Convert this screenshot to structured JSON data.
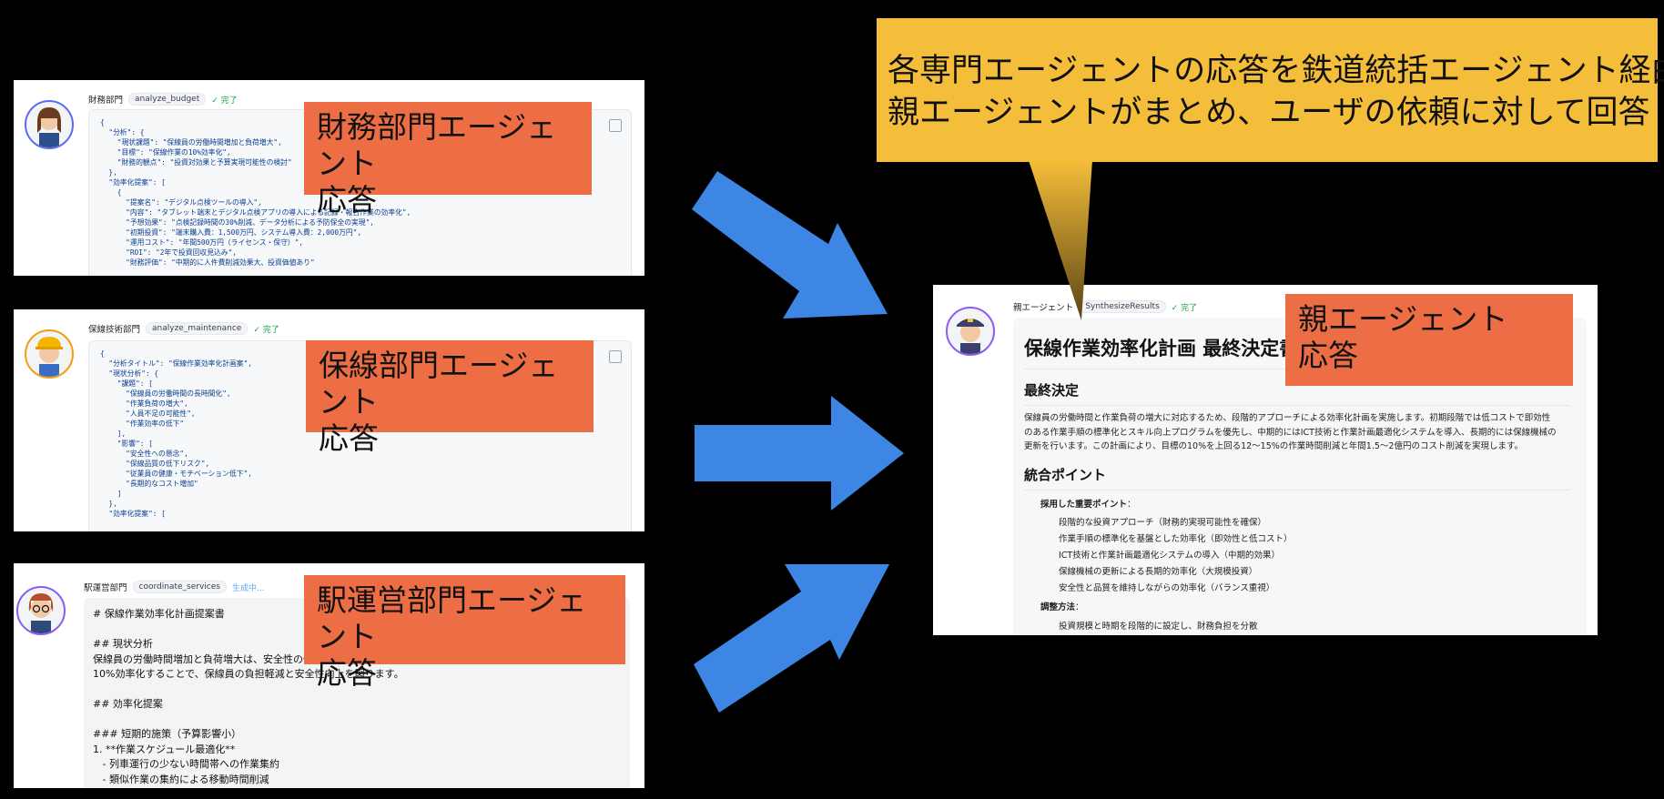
{
  "finance": {
    "dept": "財務部門",
    "tool": "analyze_budget",
    "status": "✓ 完了",
    "code_lines": [
      "{",
      "  \"分析\": {",
      "    \"現状課題\": \"保線員の労働時間増加と負荷増大\",",
      "    \"目標\": \"保線作業の10%効率化\",",
      "    \"財務的観点\": \"投資対効果と予算実現可能性の検討\"",
      "  },",
      "  \"効率化提案\": [",
      "    {",
      "      \"提案名\": \"デジタル点検ツールの導入\",",
      "      \"内容\": \"タブレット端末とデジタル点検アプリの導入による記録・報告作業の効率化\",",
      "      \"予想効果\": \"点検記録時間の30%削減、データ分析による予防保全の実現\",",
      "      \"初期投資\": \"端末購入費：1,500万円、システム導入費：2,000万円\",",
      "      \"運用コスト\": \"年間500万円（ライセンス・保守）\",",
      "      \"ROI\": \"2年で投資回収見込み\",",
      "      \"財務評価\": \"中期的に人件費削減効果大、投資価値あり\""
    ],
    "label_line1": "財務部門エージェント",
    "label_line2": "応答"
  },
  "maintenance": {
    "dept": "保線技術部門",
    "tool": "analyze_maintenance",
    "status": "✓ 完了",
    "code_lines": [
      "{",
      "  \"分析タイトル\": \"保線作業効率化計画案\",",
      "  \"現状分析\": {",
      "    \"課題\": [",
      "      \"保線員の労働時間の長時間化\",",
      "      \"作業負荷の増大\",",
      "      \"人員不足の可能性\",",
      "      \"作業効率の低下\"",
      "    ],",
      "    \"影響\": [",
      "      \"安全性への懸念\",",
      "      \"保線品質の低下リスク\",",
      "      \"従業員の健康・モチベーション低下\",",
      "      \"長期的なコスト増加\"",
      "    ]",
      "  },",
      "  \"効率化提案\": ["
    ],
    "label_line1": "保線部門エージェント",
    "label_line2": "応答"
  },
  "station": {
    "dept": "駅運営部門",
    "tool": "coordinate_services",
    "status": "生成中...",
    "md_lines": [
      "# 保線作業効率化計画提案書",
      "",
      "## 現状分析",
      "保線員の労働時間増加と負荷増大は、安全性の低下",
      "10%効率化することで、保線員の負担軽減と安全性向上を図ります。",
      "",
      "## 効率化提案",
      "",
      "### 短期的施策（予算影響小）",
      "1. **作業スケジュール最適化**",
      "   - 列車運行の少ない時間帯への作業集約",
      "   - 類似作業の集約による移動時間削減"
    ],
    "label_line1": "駅運営部門エージェント",
    "label_line2": "応答"
  },
  "callout": {
    "line1": "各専門エージェントの応答を鉄道統括エージェント経由で、",
    "line2": "親エージェントがまとめ、ユーザの依頼に対して回答"
  },
  "parent": {
    "dept": "親エージェント",
    "tool": "SynthesizeResults",
    "status": "✓ 完了",
    "title": "保線作業効率化計画 最終決定書",
    "h_final": "最終決定",
    "final_text_lines": [
      "保線員の労働時間と作業負荷の増大に対応するため、段階的アプローチによる効率化計画を実施します。初期段階では低コストで即効性",
      "のある作業手順の標準化とスキル向上プログラムを優先し、中期的にはICT技術と作業計画最適化システムを導入、長期的には保線機械の",
      "更新を行います。この計画により、目標の10%を上回る12〜15%の作業時間削減と年間1.5〜2億円のコスト削減を実現します。"
    ],
    "h_points": "統合ポイント",
    "adopted_label": "採用した重要ポイント",
    "adopted_items": [
      "段階的な投資アプローチ（財務的実現可能性を確保）",
      "作業手順の標準化を基盤とした効率化（即効性と低コスト）",
      "ICT技術と作業計画最適化システムの導入（中期的効果）",
      "保線機械の更新による長期的効率化（大規模投資）",
      "安全性と品質を維持しながらの効率化（バランス重視）"
    ],
    "adjust_label": "調整方法",
    "adjust_items": [
      "投資規模と時期を段階的に設定し、財務負担を分散"
    ],
    "label_line1": "親エージェント",
    "label_line2": "応答"
  },
  "colors": {
    "label_bg": "#ed6e45",
    "callout_bg": "#f5be3a",
    "arrow": "#3d86e4"
  }
}
